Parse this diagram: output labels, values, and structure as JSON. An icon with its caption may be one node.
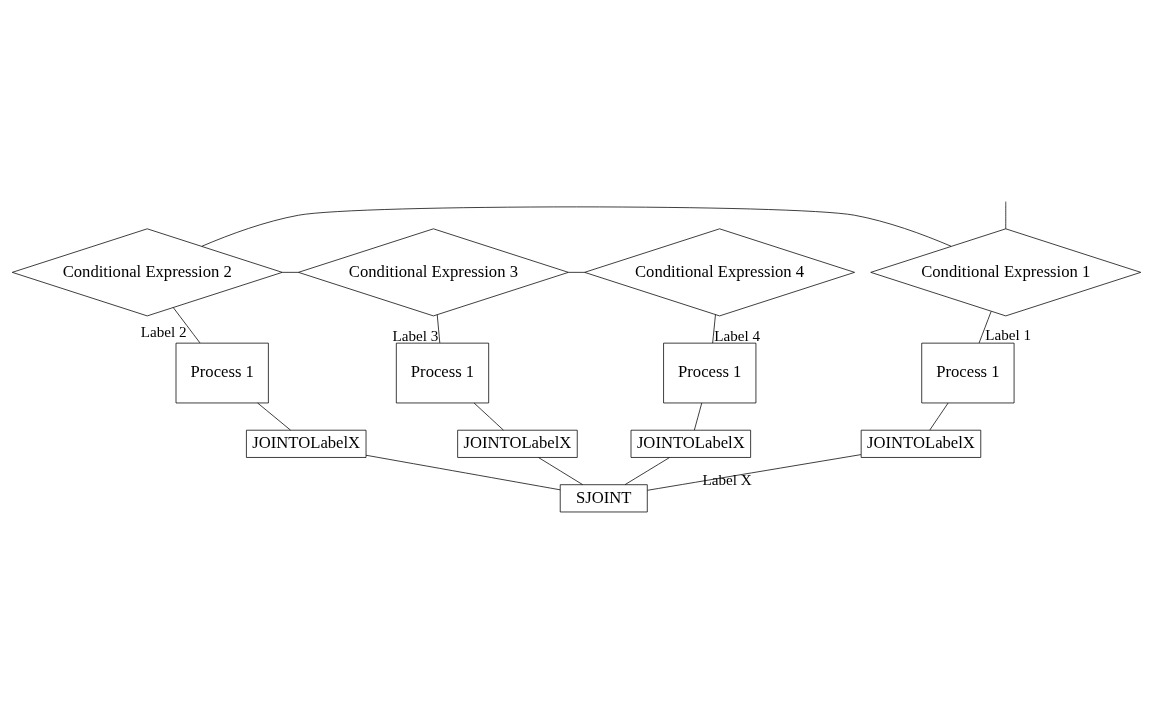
{
  "diagram": {
    "nodes": [
      {
        "text": [
          "Conditional Expression 1"
        ]
      },
      {
        "text": [
          "Conditional Expression 2"
        ]
      },
      {
        "text": [
          "Conditional Expression 3"
        ]
      },
      {
        "text": [
          "Conditional Expression 4"
        ]
      },
      {
        "text": [
          "Process 1"
        ]
      },
      {
        "text": [
          "Process 1"
        ]
      },
      {
        "text": [
          "Process 1"
        ]
      },
      {
        "text": [
          "Process 1"
        ]
      },
      {
        "text": [
          "JOINTOLabelX"
        ]
      },
      {
        "text": [
          "JOINTOLabelX"
        ]
      },
      {
        "text": [
          "JOINTOLabelX"
        ]
      },
      {
        "text": [
          "JOINTOLabelX"
        ]
      },
      {
        "text": [
          "SJOINT"
        ]
      }
    ],
    "edges": [
      {
        "from": null,
        "to": 0,
        "arrow": "none"
      },
      {
        "from": 0,
        "to": 1,
        "arrow": "none"
      },
      {
        "from": 1,
        "to": 2,
        "arrow": "none"
      },
      {
        "from": 2,
        "to": 3,
        "arrow": "none"
      },
      {
        "from": 0,
        "to": 4,
        "arrow": "none",
        "label": "Label 1"
      },
      {
        "from": 1,
        "to": 5,
        "arrow": "none",
        "label": "Label 2"
      },
      {
        "from": 2,
        "to": 6,
        "arrow": "none",
        "label": "Label 3"
      },
      {
        "from": 3,
        "to": 7,
        "arrow": "none",
        "label": "Label 4"
      },
      {
        "from": 4,
        "to": 8,
        "arrow": "none"
      },
      {
        "from": 5,
        "to": 9,
        "arrow": "none"
      },
      {
        "from": 6,
        "to": 10,
        "arrow": "none"
      },
      {
        "from": 7,
        "to": 11,
        "arrow": "none"
      },
      {
        "from": 8,
        "to": 12,
        "arrow": "none",
        "label": "Label X"
      },
      {
        "from": 9,
        "to": 12,
        "arrow": "none"
      },
      {
        "from": 10,
        "to": 12,
        "arrow": "none"
      },
      {
        "from": 11,
        "to": 12,
        "arrow": "none"
      }
    ]
  }
}
